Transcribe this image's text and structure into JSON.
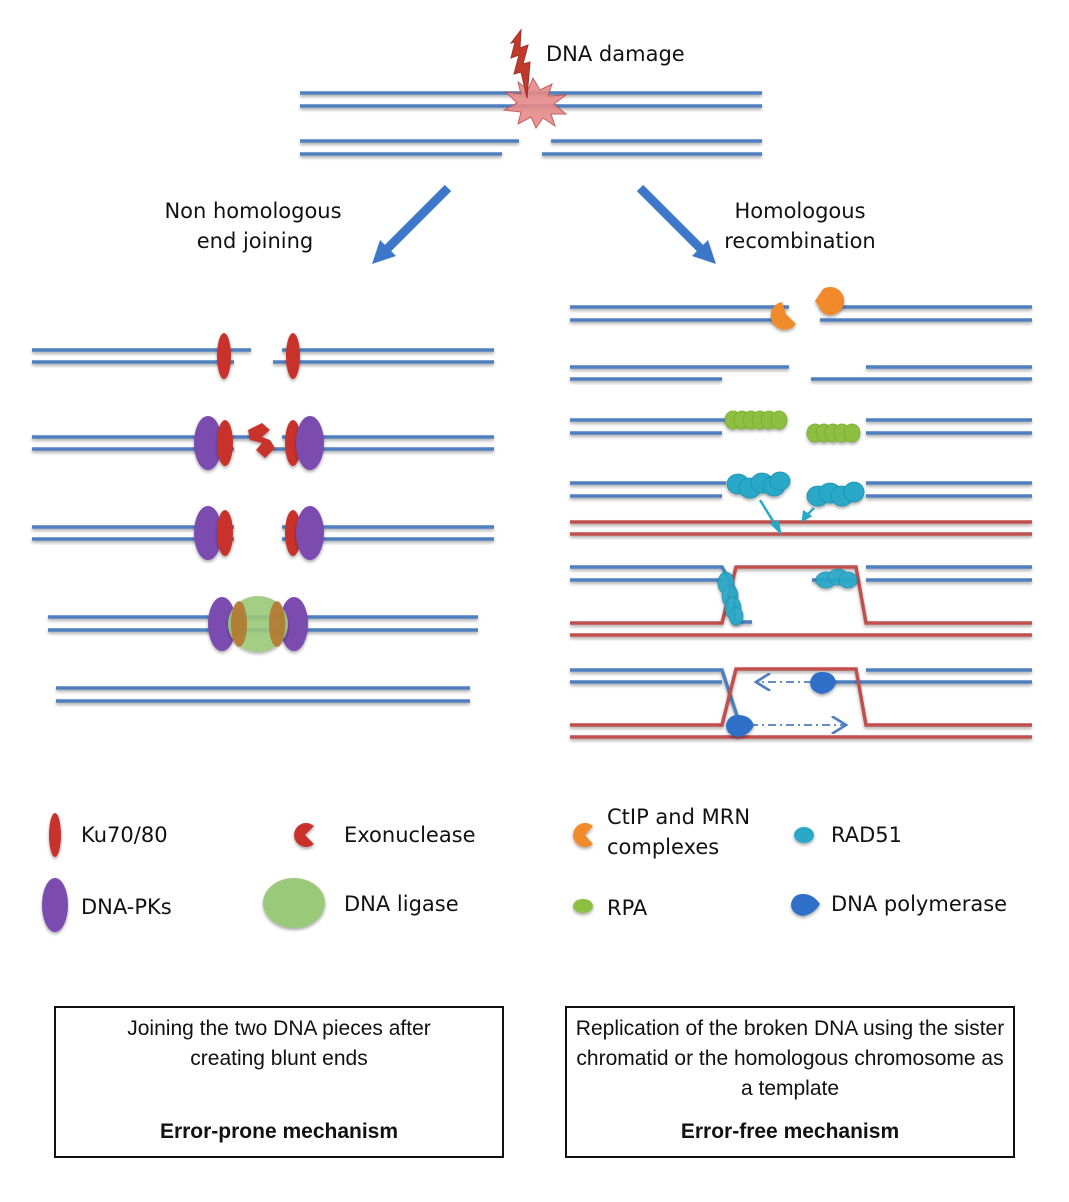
{
  "title_label": "DNA damage",
  "pathways": {
    "left": {
      "line1": "Non homologous",
      "line2": "end joining"
    },
    "right": {
      "line1": "Homologous",
      "line2": "recombination"
    }
  },
  "legend": {
    "ku": "Ku70/80",
    "exonuclease": "Exonuclease",
    "dnapk": "DNA-PKs",
    "ligase": "DNA ligase",
    "ctip_line1": "CtIP and MRN",
    "ctip_line2": "complexes",
    "rad51": "RAD51",
    "rpa": "RPA",
    "polymerase": "DNA polymerase"
  },
  "boxes": {
    "left": {
      "description": "Joining the two DNA pieces after creating blunt ends",
      "verdict": "Error-prone mechanism"
    },
    "right": {
      "description": "Replication of the broken DNA using the sister chromatid or the homologous chromosome as a template",
      "verdict": "Error-free mechanism"
    }
  },
  "colors": {
    "dna_blue": "#4f7fbf",
    "template_red": "#c0504d",
    "ku_red": "#c8302c",
    "dnapk_purple": "#7b4bb0",
    "ligase_green": "#9bc97a",
    "ctip_orange": "#f08a2a",
    "rpa_green": "#8dc03f",
    "rad51_cyan": "#2aa8c8",
    "polymerase_blue": "#2e6fc8",
    "arrow_blue": "#3d78c8"
  }
}
